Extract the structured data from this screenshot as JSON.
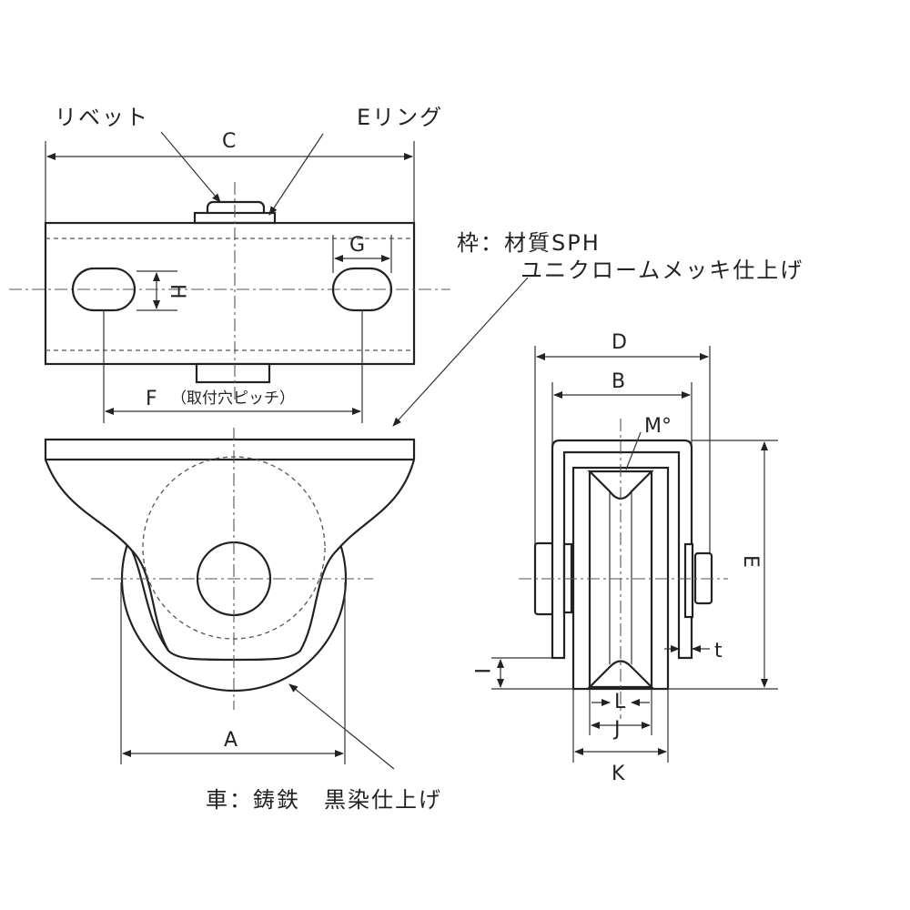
{
  "title": "Caster wheel with frame – dimensional drawing",
  "labels": {
    "rivet": "リベット",
    "e_ring": "Eリング",
    "frame_material": "枠：材質SPH",
    "frame_finish": "ユニクロームメッキ仕上げ",
    "wheel_material": "車：鋳鉄　黒染仕上げ",
    "hole_pitch_note": "（取付穴ピッチ）"
  },
  "dimensions": {
    "A": "A",
    "B": "B",
    "C": "C",
    "D": "D",
    "E": "E",
    "F": "F",
    "G": "G",
    "H": "H",
    "I": "I",
    "J": "J",
    "K": "K",
    "L": "L",
    "M": "M°",
    "t": "t"
  }
}
